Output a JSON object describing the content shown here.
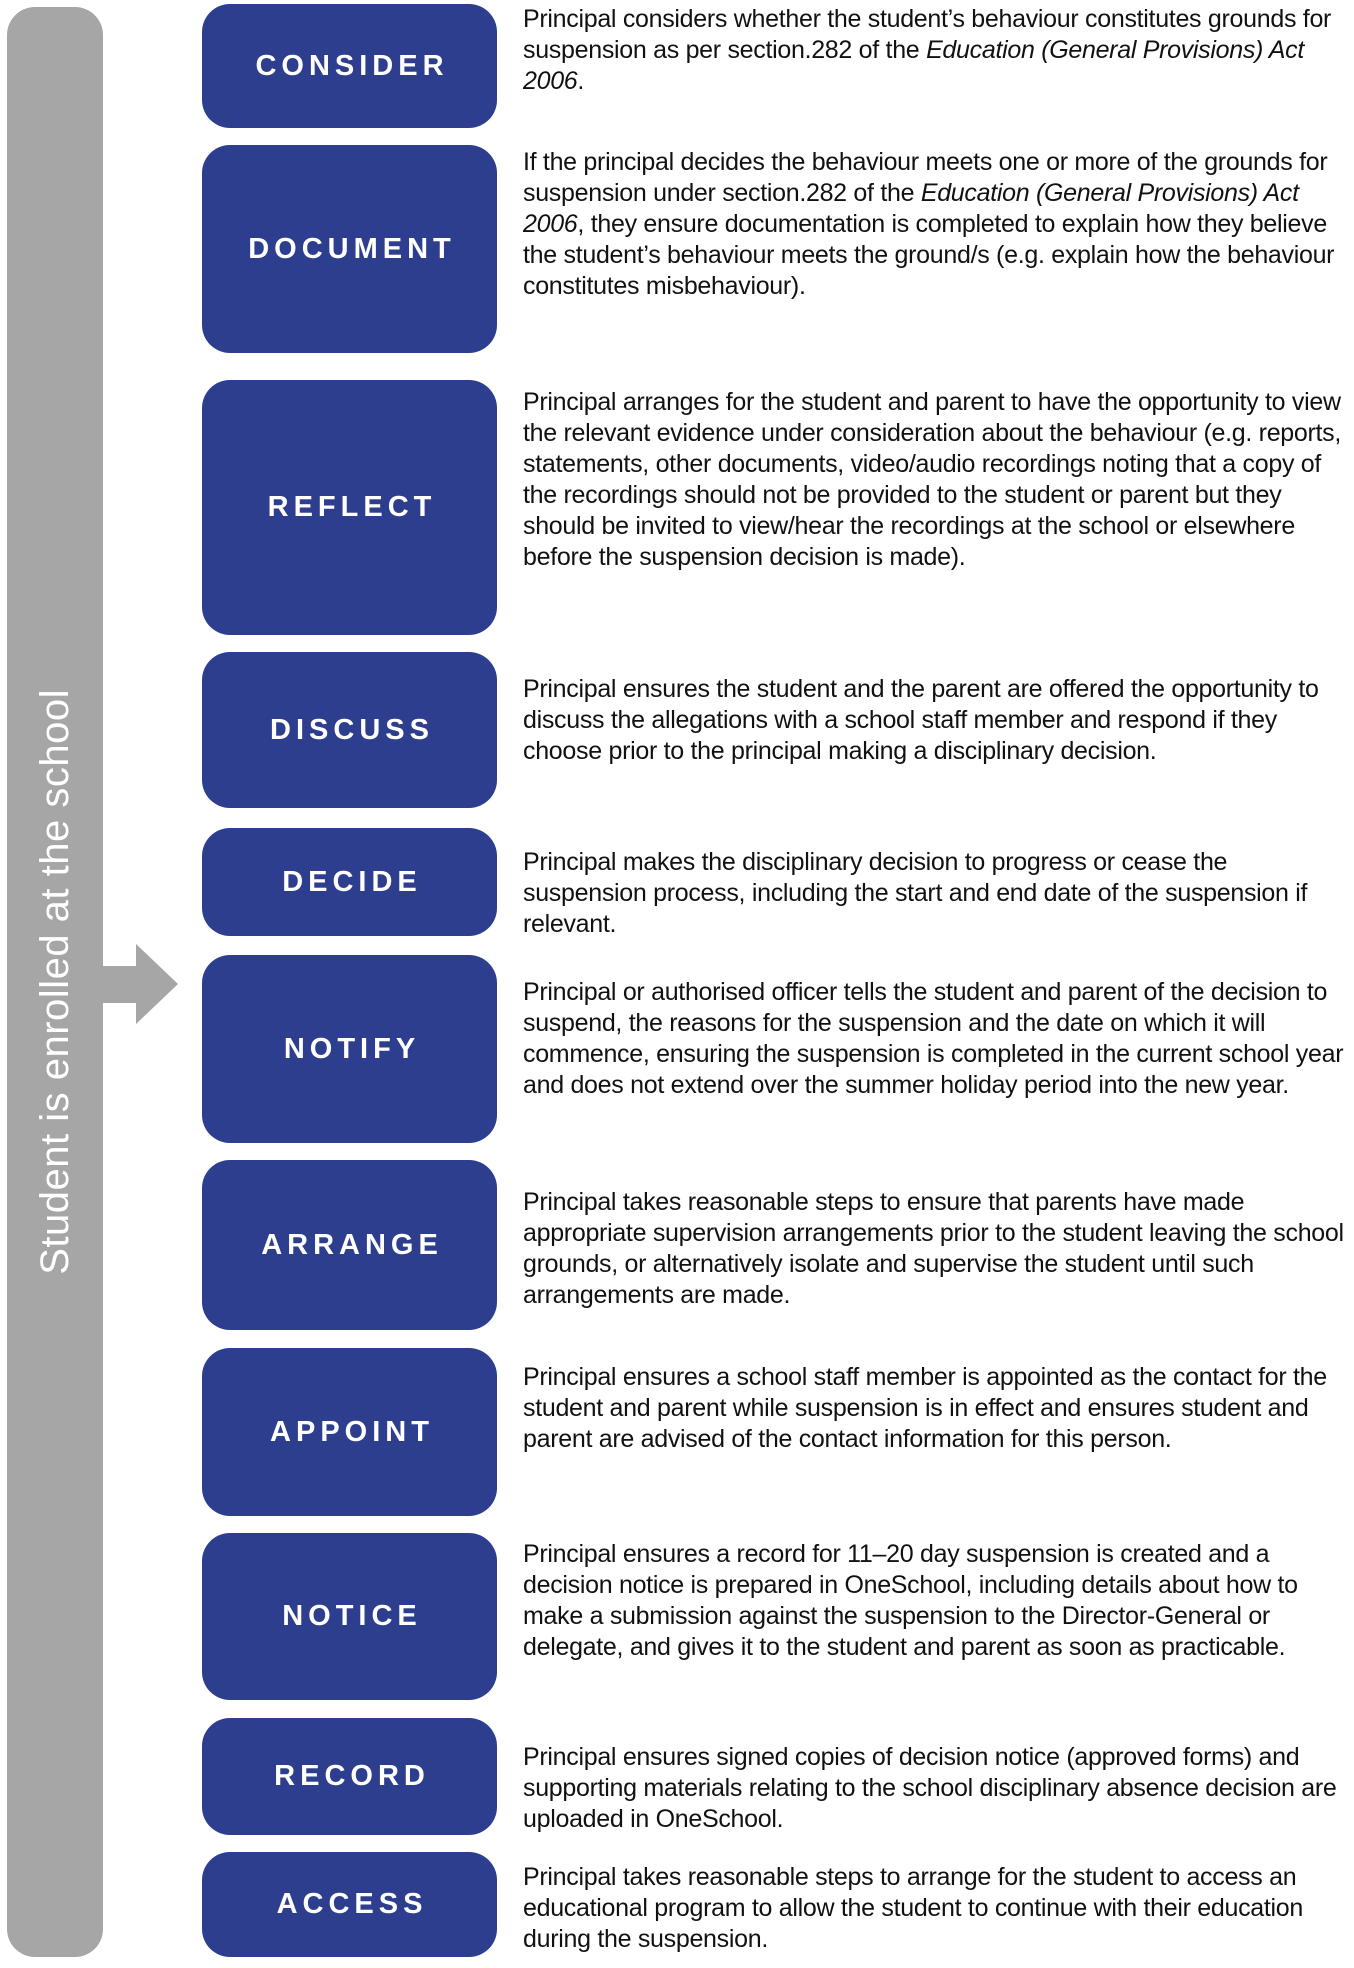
{
  "rail": {
    "label": "Student is enrolled at the school"
  },
  "colors": {
    "step_blue": "#2e3e8e",
    "rail_gray": "#a6a6a6",
    "text": "#111111"
  },
  "steps": [
    {
      "label": "CONSIDER",
      "segments": [
        {
          "text": "Principal considers whether the student’s behaviour constitutes grounds for suspension as per section.282 of the "
        },
        {
          "text": "Education (General Provisions) Act 2006",
          "italic": true
        },
        {
          "text": "."
        }
      ]
    },
    {
      "label": "DOCUMENT",
      "segments": [
        {
          "text": "If the principal decides the behaviour meets one or more of the grounds for suspension under section.282 of the "
        },
        {
          "text": "Education (General Provisions) Act 2006",
          "italic": true
        },
        {
          "text": ", they ensure documentation is completed to explain how they believe the student’s behaviour meets the ground/s (e.g. explain how the behaviour constitutes misbehaviour)."
        }
      ]
    },
    {
      "label": "REFLECT",
      "segments": [
        {
          "text": "Principal arranges for the student and parent to have the opportunity to view the relevant evidence under consideration about the behaviour (e.g. reports, statements, other documents, video/audio recordings noting that a copy of the recordings should not be provided to the student or parent but they should be invited to view/hear the recordings at the school or elsewhere before the suspension decision is made)."
        }
      ]
    },
    {
      "label": "DISCUSS",
      "segments": [
        {
          "text": "Principal ensures the student and the parent are offered the opportunity to discuss the allegations with a school staff member and respond if they choose prior to the principal making a disciplinary decision."
        }
      ]
    },
    {
      "label": "DECIDE",
      "segments": [
        {
          "text": "Principal makes the disciplinary decision to progress or cease the suspension process, including the start and end date of the suspension if relevant."
        }
      ]
    },
    {
      "label": "NOTIFY",
      "segments": [
        {
          "text": "Principal or authorised officer tells the student and parent of the decision to suspend, the reasons for the suspension and the date on which it will commence, ensuring the suspension is completed in the current school year and does not extend over the summer holiday period into the new year."
        }
      ]
    },
    {
      "label": "ARRANGE",
      "segments": [
        {
          "text": "Principal takes reasonable steps to ensure that parents have made appropriate supervision arrangements prior to the student leaving the school grounds, or alternatively isolate and supervise the student until such arrangements are made."
        }
      ]
    },
    {
      "label": "APPOINT",
      "segments": [
        {
          "text": "Principal ensures a school staff member is appointed as the contact for the student and parent while suspension is in effect and ensures student and parent are advised of the contact information for this person."
        }
      ]
    },
    {
      "label": "NOTICE",
      "segments": [
        {
          "text": "Principal ensures a record for 11–20 day suspension is created and a decision notice is prepared in OneSchool, including details about how to make a submission against the suspension to the Director-General or delegate, and gives it to the student and parent as soon as practicable."
        }
      ]
    },
    {
      "label": "RECORD",
      "segments": [
        {
          "text": "Principal ensures signed copies of decision notice (approved forms) and supporting materials relating to the school disciplinary absence decision are uploaded in OneSchool."
        }
      ]
    },
    {
      "label": "ACCESS",
      "segments": [
        {
          "text": "Principal takes reasonable steps to arrange for the student to access an educational program to allow the student to continue with their education during the suspension."
        }
      ]
    }
  ]
}
